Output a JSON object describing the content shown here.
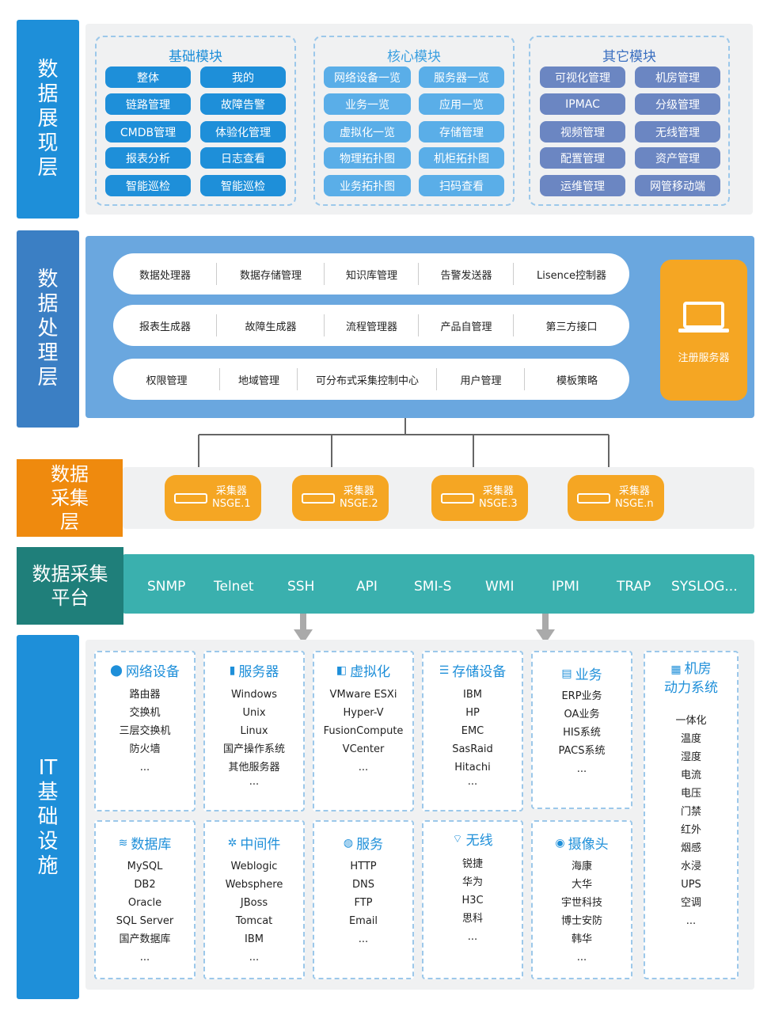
{
  "layers": {
    "presentation": "数据展现层",
    "processing": "数据处理层",
    "collection": "数据采集层",
    "platform": "数据采集平台",
    "infra": "IT基础设施"
  },
  "presentation": {
    "basic": {
      "title": "基础模块",
      "items": [
        "整体",
        "我的",
        "链路管理",
        "故障告警",
        "CMDB管理",
        "体验化管理",
        "报表分析",
        "日志查看",
        "智能巡检",
        "智能巡检"
      ]
    },
    "core": {
      "title": "核心模块",
      "items": [
        "网络设备一览",
        "服务器一览",
        "业务一览",
        "应用一览",
        "虚拟化一览",
        "存储管理",
        "物理拓扑图",
        "机柜拓扑图",
        "业务拓扑图",
        "扫码查看"
      ]
    },
    "other": {
      "title": "其它模块",
      "items": [
        "可视化管理",
        "机房管理",
        "IPMAC",
        "分级管理",
        "视频管理",
        "无线管理",
        "配置管理",
        "资产管理",
        "运维管理",
        "网管移动端"
      ]
    }
  },
  "processing": {
    "rows": [
      [
        "数据处理器",
        "数据存储管理",
        "知识库管理",
        "告警发送器",
        "Lisence控制器"
      ],
      [
        "报表生成器",
        "故障生成器",
        "流程管理器",
        "产品自管理",
        "第三方接口"
      ],
      [
        "权限管理",
        "地域管理",
        "可分布式采集控制中心",
        "用户管理",
        "模板策略"
      ]
    ],
    "register": "注册服务器"
  },
  "collectors": [
    {
      "label": "采集器",
      "name": "NSGE.1"
    },
    {
      "label": "采集器",
      "name": "NSGE.2"
    },
    {
      "label": "采集器",
      "name": "NSGE.3"
    },
    {
      "label": "采集器",
      "name": "NSGE.n"
    }
  ],
  "protocols": [
    "SNMP",
    "Telnet",
    "SSH",
    "API",
    "SMI-S",
    "WMI",
    "IPMI",
    "TRAP",
    "SYSLOG..."
  ],
  "infra": {
    "network": {
      "title": "网络设备",
      "icon": "network-icon",
      "items": [
        "路由器",
        "交换机",
        "三层交换机",
        "防火墙",
        "..."
      ]
    },
    "server": {
      "title": "服务器",
      "icon": "server-icon",
      "items": [
        "Windows",
        "Unix",
        "Linux",
        "国产操作系统",
        "其他服务器",
        "..."
      ]
    },
    "virtual": {
      "title": "虚拟化",
      "icon": "virtualization-icon",
      "items": [
        "VMware ESXi",
        "Hyper-V",
        "FusionCompute",
        "VCenter",
        "..."
      ]
    },
    "storage": {
      "title": "存储设备",
      "icon": "storage-icon",
      "items": [
        "IBM",
        "HP",
        "EMC",
        "SasRaid",
        "Hitachi",
        "..."
      ]
    },
    "business": {
      "title": "业务",
      "icon": "business-icon",
      "items": [
        "ERP业务",
        "OA业务",
        "HIS系统",
        "PACS系统",
        "..."
      ]
    },
    "room": {
      "title1": "机房",
      "title2": "动力系统",
      "icon": "machine-room-icon",
      "items": [
        "一体化",
        "温度",
        "湿度",
        "电流",
        "电压",
        "门禁",
        "红外",
        "烟感",
        "水浸",
        "UPS",
        "空调",
        "..."
      ]
    },
    "database": {
      "title": "数据库",
      "icon": "database-icon",
      "items": [
        "MySQL",
        "DB2",
        "Oracle",
        "SQL Server",
        "国产数据库",
        "..."
      ]
    },
    "middleware": {
      "title": "中间件",
      "icon": "middleware-icon",
      "items": [
        "Weblogic",
        "Websphere",
        "JBoss",
        "Tomcat",
        "IBM",
        "..."
      ]
    },
    "service": {
      "title": "服务",
      "icon": "globe-icon",
      "items": [
        "HTTP",
        "DNS",
        "FTP",
        "Email",
        "..."
      ]
    },
    "wireless": {
      "title": "无线",
      "icon": "wifi-icon",
      "items": [
        "锐捷",
        "华为",
        "H3C",
        "思科",
        "..."
      ]
    },
    "camera": {
      "title": "摄像头",
      "icon": "camera-icon",
      "items": [
        "海康",
        "大华",
        "宇世科技",
        "博士安防",
        "韩华",
        "..."
      ]
    }
  },
  "colors": {
    "presentation": "#1e8fd9",
    "processing": "#3b7fc4",
    "collection": "#ef8a0e",
    "platform": "#1f7f7a",
    "protocolBar": "#3ab0ae",
    "infra": "#1e8fd9",
    "register": "#f5a623"
  }
}
